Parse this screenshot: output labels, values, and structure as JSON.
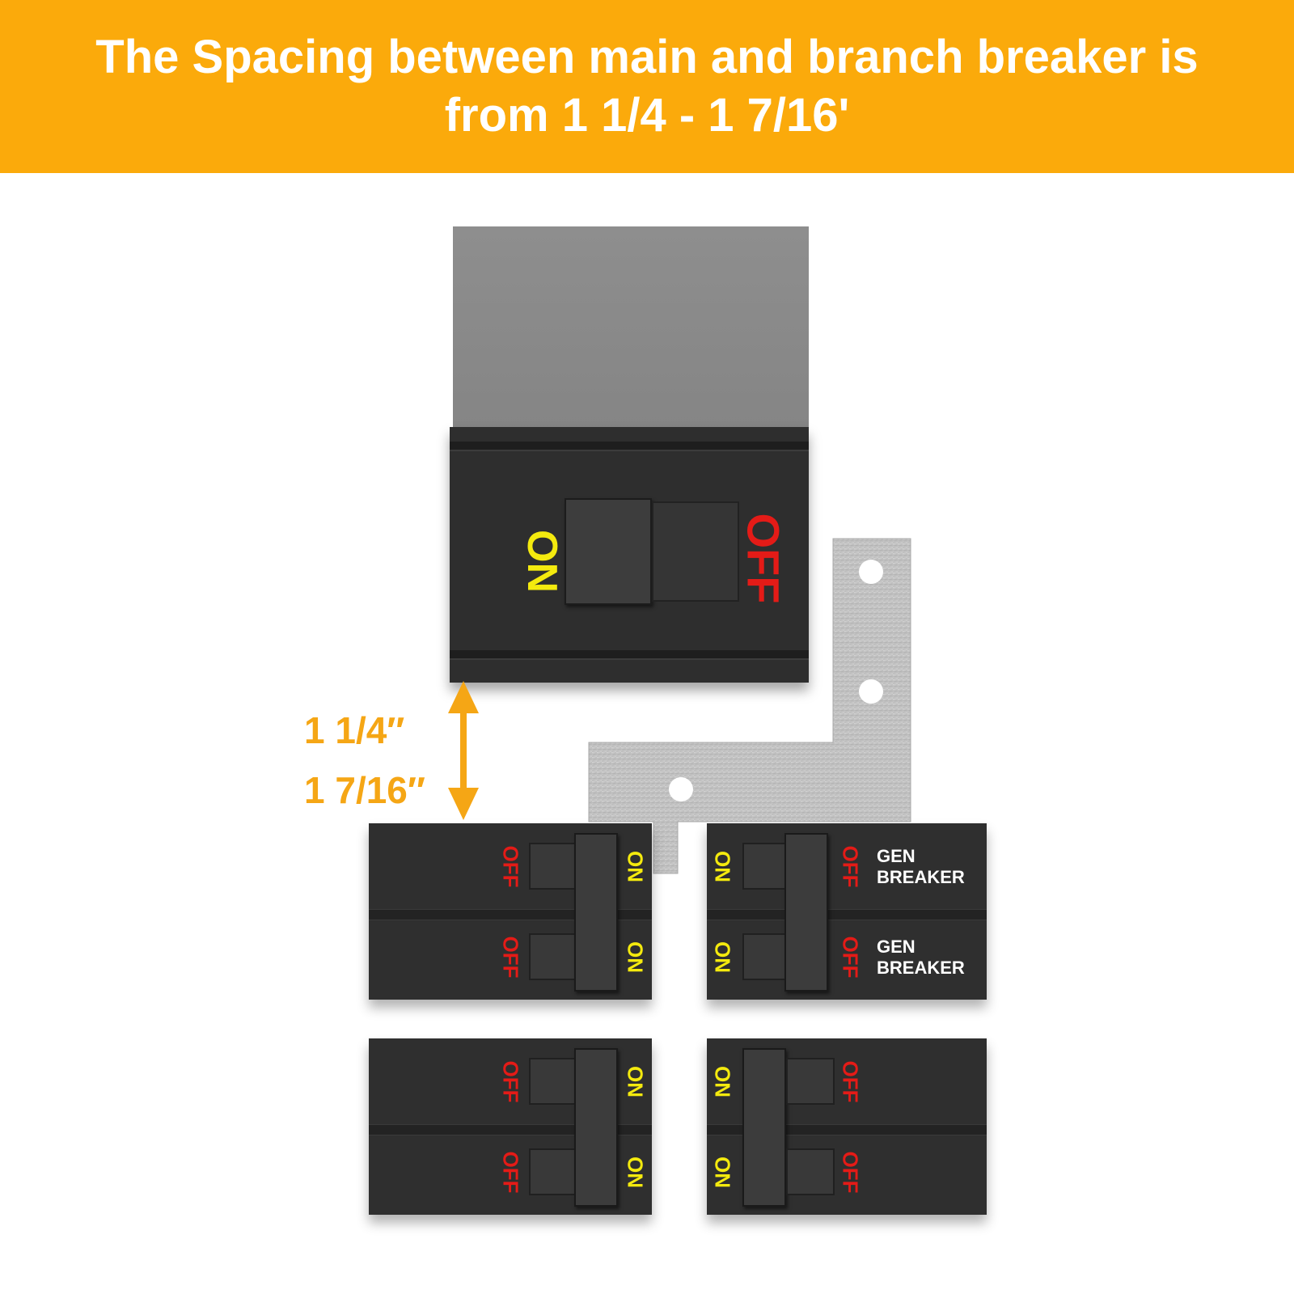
{
  "banner": {
    "line1": "The Spacing between main and branch breaker is",
    "line2": "from 1 1/4 - 1 7/16'",
    "color": "#FBAA0B"
  },
  "main_breaker": {
    "on_label": "ON",
    "off_label": "OFF"
  },
  "spacing": {
    "min": "1 1/4″",
    "max": "1 7/16″",
    "arrow_icon": "double-arrow-vertical-icon",
    "color": "#F5A615"
  },
  "branch_breakers": [
    {
      "id": "top-left",
      "rows": [
        {
          "off": "OFF",
          "on": "ON",
          "gen": ""
        },
        {
          "off": "OFF",
          "on": "ON",
          "gen": ""
        }
      ]
    },
    {
      "id": "top-right",
      "rows": [
        {
          "off": "OFF",
          "on": "ON",
          "gen": "GEN\nBREAKER"
        },
        {
          "off": "OFF",
          "on": "ON",
          "gen": "GEN\nBREAKER"
        }
      ]
    },
    {
      "id": "bottom-left",
      "rows": [
        {
          "off": "OFF",
          "on": "ON",
          "gen": ""
        },
        {
          "off": "OFF",
          "on": "ON",
          "gen": ""
        }
      ]
    },
    {
      "id": "bottom-right",
      "rows": [
        {
          "off": "OFF",
          "on": "ON",
          "gen": ""
        },
        {
          "off": "OFF",
          "on": "ON",
          "gen": ""
        }
      ]
    }
  ],
  "gen_label": {
    "line1": "GEN",
    "line2": "BREAKER"
  },
  "colors": {
    "on": "#F4EA0E",
    "off": "#E41B17",
    "breaker_body": "#2f2f2f",
    "bus_bar": "#C9C9C9"
  }
}
